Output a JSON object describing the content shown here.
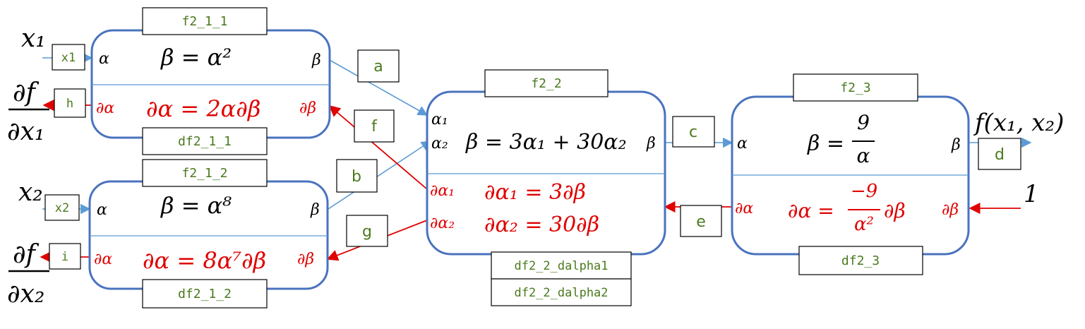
{
  "nodes": {
    "f2_1_1": {
      "label": "f2_1_1",
      "d_label": "df2_1_1",
      "in": "α",
      "out": "β",
      "forward": "β = α²",
      "d_in": "∂α",
      "d_out": "∂β",
      "backward": "∂α = 2α∂β"
    },
    "f2_1_2": {
      "label": "f2_1_2",
      "d_label": "df2_1_2",
      "in": "α",
      "out": "β",
      "forward": "β = α⁸",
      "d_in": "∂α",
      "d_out": "∂β",
      "backward": "∂α = 8α⁷∂β"
    },
    "f2_2": {
      "label": "f2_2",
      "d_label1": "df2_2_dalpha1",
      "d_label2": "df2_2_dalpha2",
      "in1": "α₁",
      "in2": "α₂",
      "out": "β",
      "forward": "β = 3α₁ + 30α₂",
      "d_in1": "∂α₁",
      "d_in2": "∂α₂",
      "d_out": "∂β",
      "backward1": "∂α₁ = 3∂β",
      "backward2": "∂α₂ = 30∂β"
    },
    "f2_3": {
      "label": "f2_3",
      "d_label": "df2_3",
      "in": "α",
      "out": "β",
      "forward_lhs": "β =",
      "forward_num": "9",
      "forward_den": "α",
      "d_in": "∂α",
      "d_out": "∂β",
      "backward_lhs": "∂α =",
      "backward_num": "−9",
      "backward_den": "α²",
      "backward_rhs": "∂β"
    }
  },
  "edges": {
    "x1": "x1",
    "x2": "x2",
    "a": "a",
    "b": "b",
    "c": "c",
    "d": "d",
    "e": "e",
    "f": "f",
    "g": "g",
    "h": "h",
    "i": "i"
  },
  "terminals": {
    "input1": "x₁",
    "input2": "x₂",
    "output": "f(x₁, x₂)",
    "seed": "1",
    "grad1_num": "∂f",
    "grad1_den": "∂x₁",
    "grad2_num": "∂f",
    "grad2_den": "∂x₂"
  },
  "colors": {
    "forward": "#5b9bd5",
    "backward": "#e00000",
    "node_border": "#4a73be",
    "label_text": "#4a7a1c"
  }
}
